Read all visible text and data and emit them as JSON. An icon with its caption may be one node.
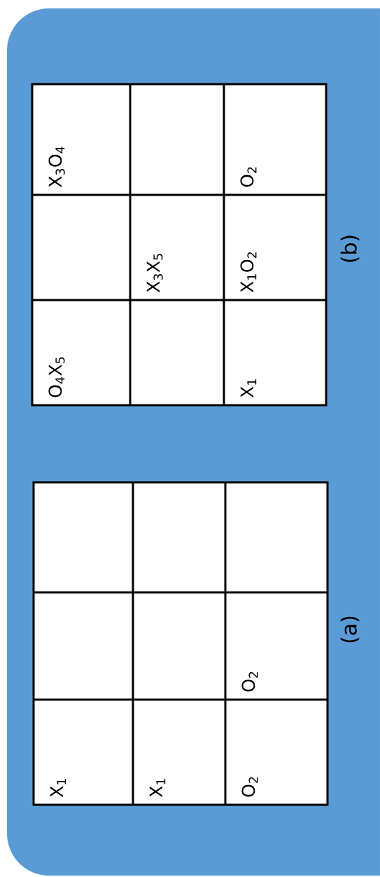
{
  "diagram": {
    "labels": [
      "X$_{1}$",
      "X$_{1}$",
      "O$_{2}$",
      "O$_{2}$",
      "(a)",
      "O$_{4}$X$_{5}$",
      "X$_{3}$O$_{4}$",
      "X$_{3}$X$_{5}$",
      "X$_{1}$",
      "X$_{1}$O$_{2}$",
      "O$_{2}$",
      "(b)"
    ]
  }
}
